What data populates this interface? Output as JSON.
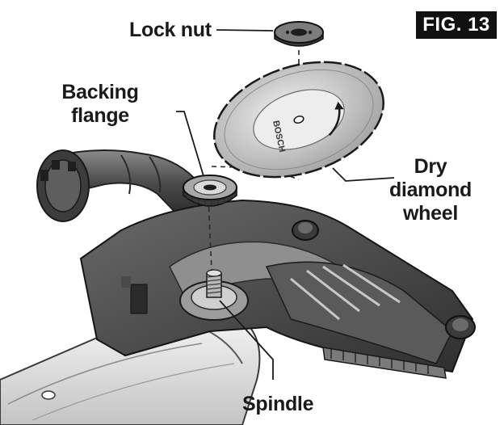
{
  "figure": {
    "badge": "FIG. 13"
  },
  "labels": {
    "lock_nut": "Lock nut",
    "backing_flange_line1": "Backing",
    "backing_flange_line2": "flange",
    "wheel_line1": "Dry",
    "wheel_line2": "diamond",
    "wheel_line3": "wheel",
    "spindle": "Spindle"
  },
  "wheel_markings": {
    "brand": "BOSCH"
  },
  "colors": {
    "ink": "#1a1a1a",
    "dark_gray": "#3c3c3c",
    "mid_gray": "#7a7a7a",
    "light_gray": "#c8c8c8",
    "badge_bg": "#111111",
    "badge_text": "#ffffff"
  }
}
